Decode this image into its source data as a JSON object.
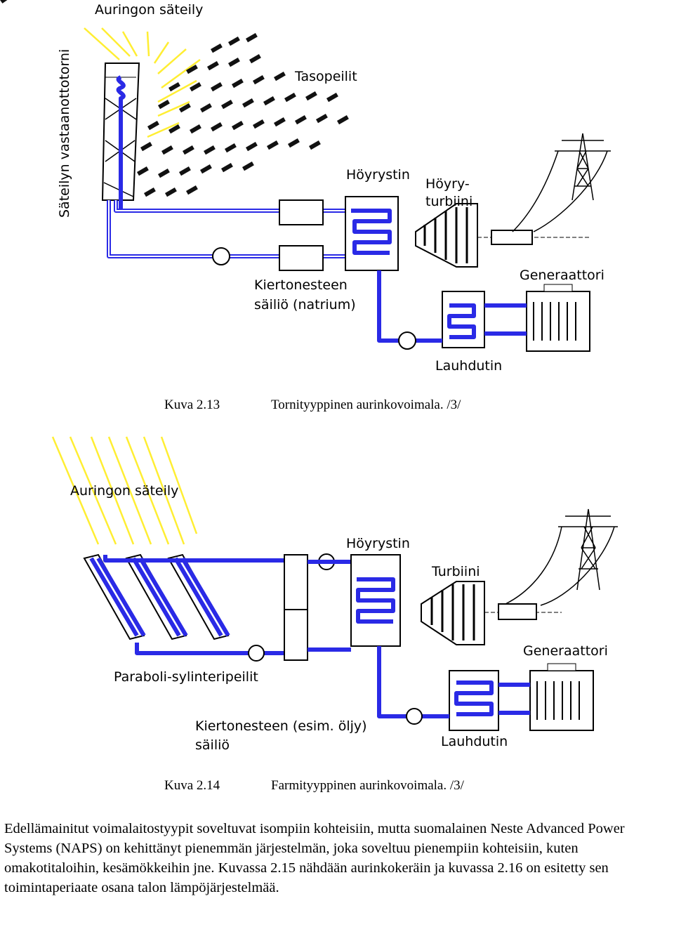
{
  "figure1": {
    "labels": {
      "sunlight": "Auringon säteily",
      "tower": "Säteilyn vastaanottotorni",
      "mirrors": "Tasopeilit",
      "steam_generator": "Höyrystin",
      "turbine_line1": "Höyry-",
      "turbine_line2": "turbiini",
      "tank_line1": "Kiertonesteen",
      "tank_line2": "säiliö (natrium)",
      "generator": "Generaattori",
      "condenser": "Lauhdutin"
    },
    "caption_number": "Kuva 2.13",
    "caption_text": "Tornityyppinen aurinkovoimala. /3/"
  },
  "figure2": {
    "labels": {
      "sunlight": "Auringon säteily",
      "steam_generator": "Höyrystin",
      "turbine": "Turbiini",
      "mirrors": "Paraboli-sylinteripeilit",
      "generator": "Generaattori",
      "tank_line1": "Kiertonesteen (esim. öljy)",
      "tank_line2": "säiliö",
      "condenser": "Lauhdutin"
    },
    "caption_number": "Kuva 2.14",
    "caption_text": "Farmityyppinen aurinkovoimala. /3/"
  },
  "body_text": "Edellämainitut voimalaitostyypit soveltuvat isompiin kohteisiin, mutta suomalainen Neste Advanced Power Systems (NAPS) on kehittänyt pienemmän järjestelmän, joka soveltuu pienempiin kohteisiin, kuten omakotitaloihin, kesämökkeihin jne. Kuvassa 2.15 nähdään aurinkokeräin ja kuvassa 2.16 on esitetty sen toimintaperiaate osana talon lämpöjärjestelmää."
}
